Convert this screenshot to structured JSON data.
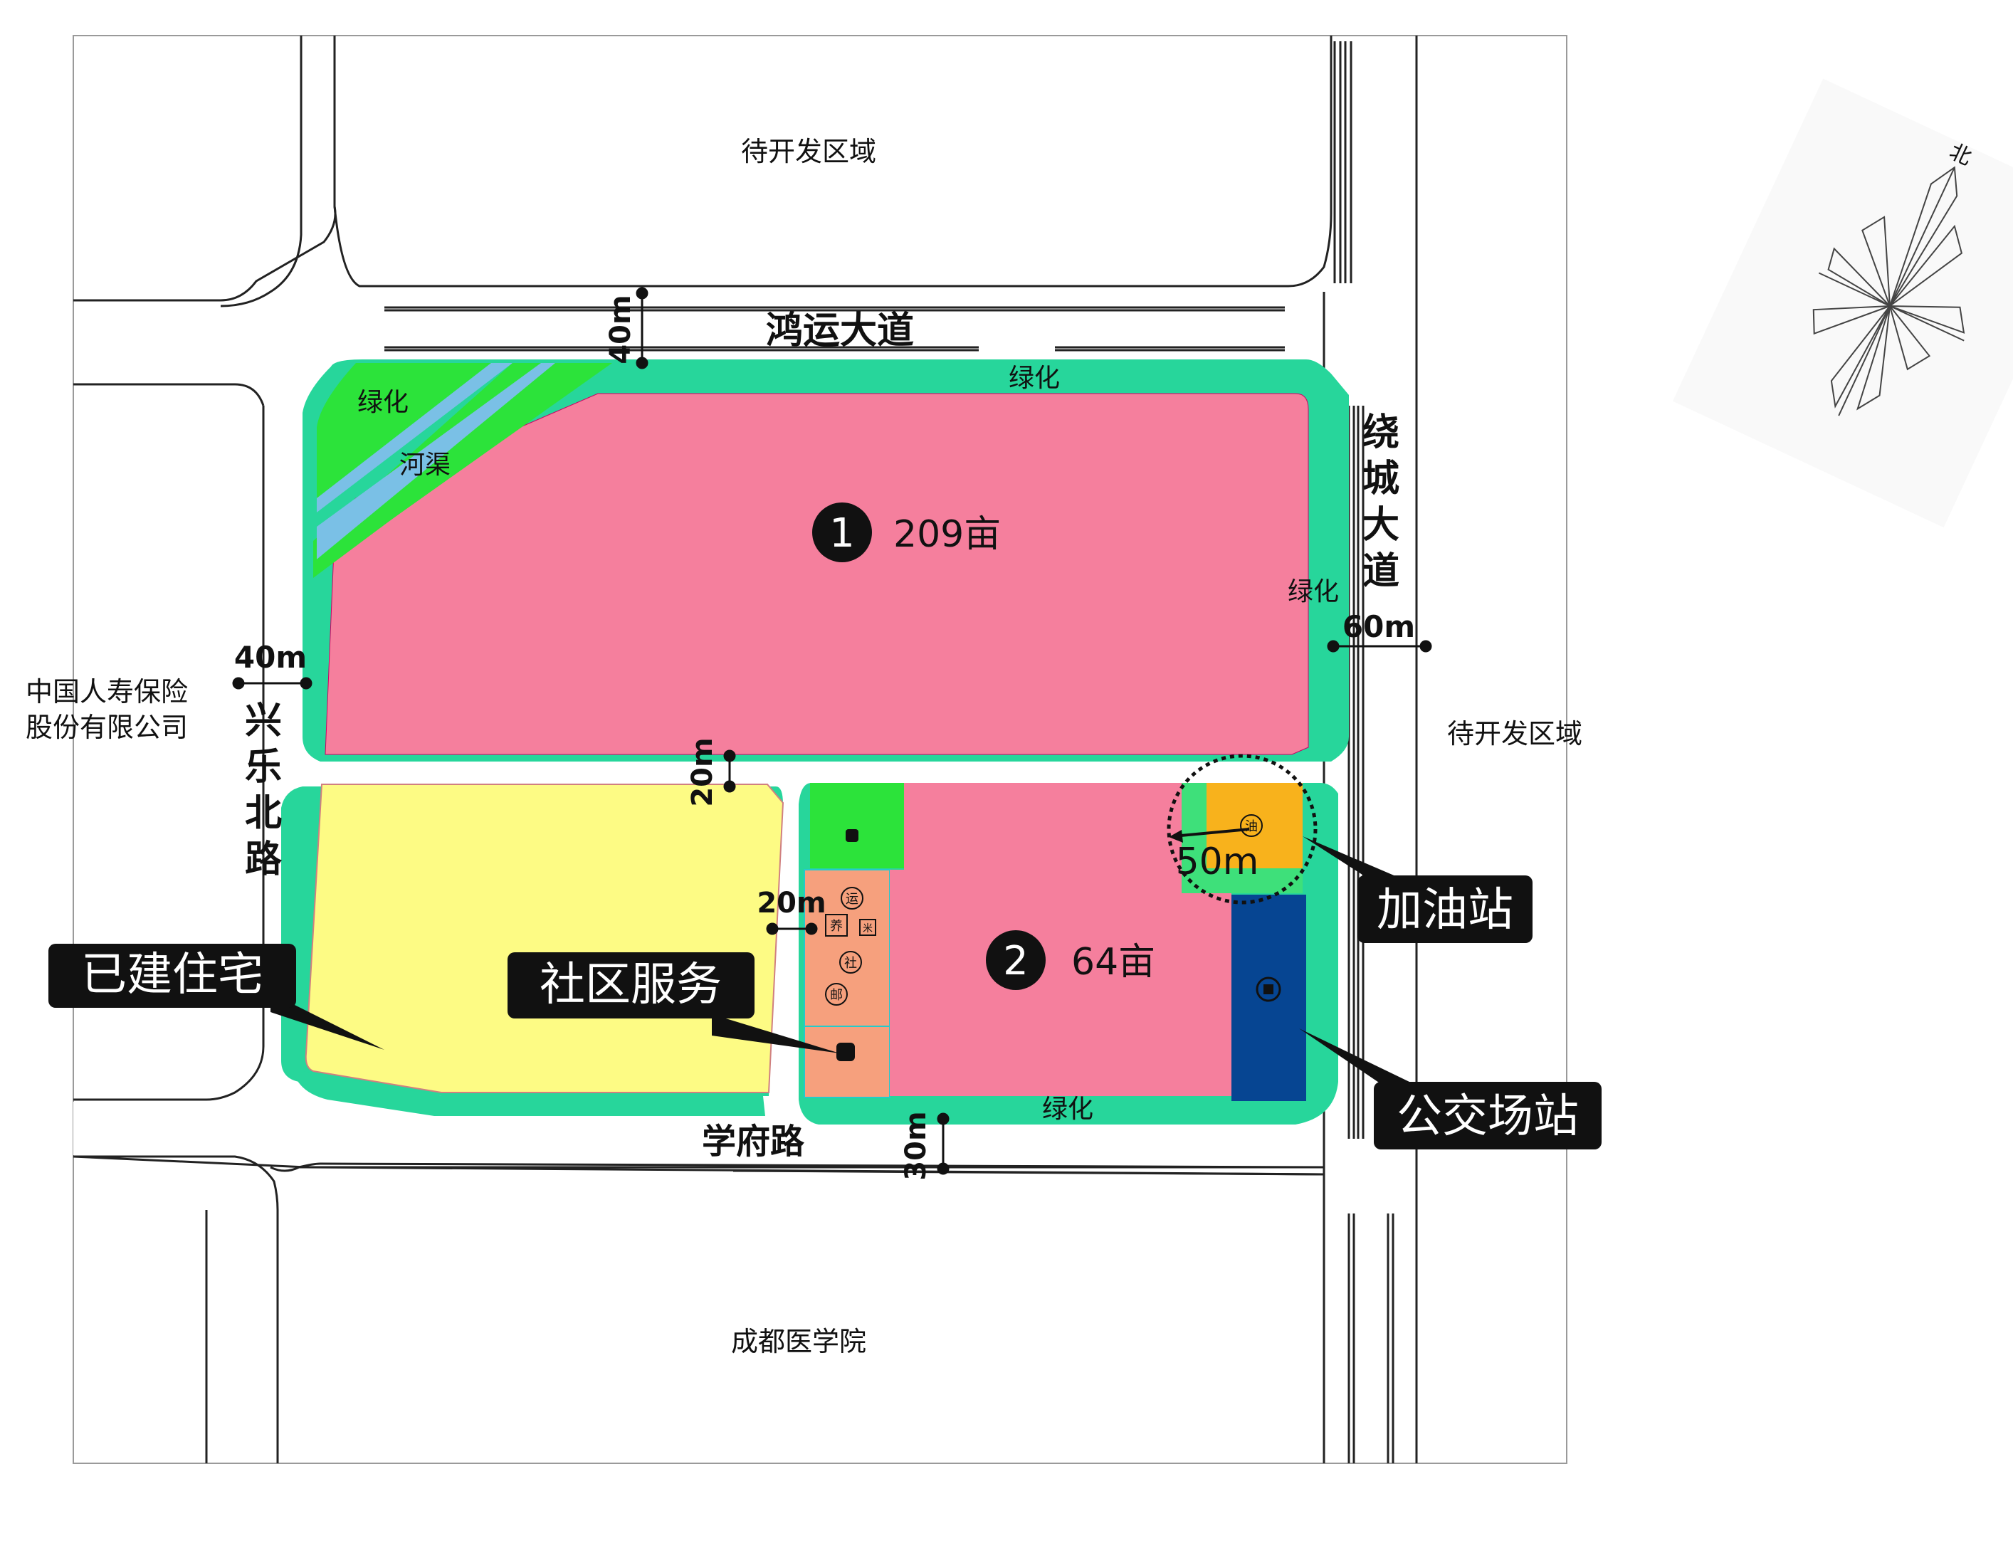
{
  "map": {
    "areas": {
      "north": "待开发区域",
      "east": "待开发区域",
      "south": "成都医学院",
      "west_line1": "中国人寿保险",
      "west_line2": "股份有限公司"
    },
    "roads": {
      "north": "鸿运大道",
      "east_chars": [
        "绕",
        "城",
        "大",
        "道"
      ],
      "west_chars": [
        "兴",
        "乐",
        "北",
        "路"
      ],
      "south": "学府路"
    },
    "widths": {
      "north_road": "40m",
      "east_road": "60m",
      "west_road": "40m",
      "middle_road": "20m",
      "inner_road": "20m",
      "south_road": "30m",
      "radius": "50m"
    },
    "parcels": {
      "p1": {
        "number": "1",
        "area": "209亩"
      },
      "p2": {
        "number": "2",
        "area": "64亩"
      }
    },
    "labels": {
      "green_nw": "绿化",
      "green_n": "绿化",
      "green_e": "绿化",
      "green_s": "绿化",
      "canal": "河渠"
    },
    "facility_icons": [
      "运",
      "养",
      "米",
      "社",
      "邮",
      "油"
    ],
    "callouts": {
      "residential": "已建住宅",
      "community": "社区服务",
      "gas": "加油站",
      "bus": "公交场站"
    },
    "compass": {
      "north": "北"
    },
    "colors": {
      "pink": "#f57f9d",
      "yellow": "#fdfb84",
      "green": "#2ce33a",
      "teal": "#27d69b",
      "canal": "#7ac0e6",
      "salmon": "#f6a07d",
      "orange": "#f8b21c",
      "navy": "#064592"
    }
  }
}
